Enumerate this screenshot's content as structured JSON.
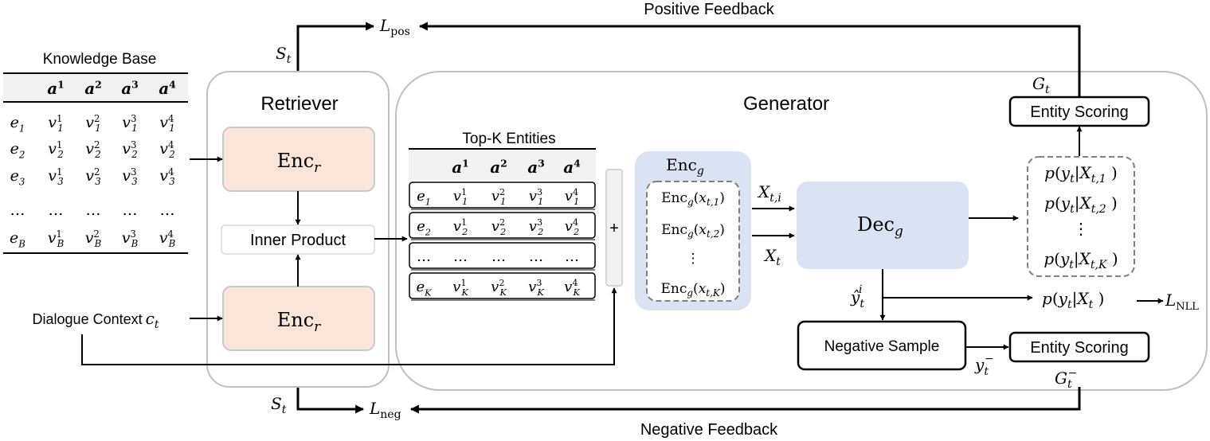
{
  "feedback": {
    "positive_label": "Positive Feedback",
    "negative_label": "Negative Feedback",
    "l_pos": {
      "base": "L",
      "sub": "pos"
    },
    "l_neg": {
      "base": "L",
      "sub": "neg"
    },
    "l_nll": {
      "base": "L",
      "sub": "NLL"
    },
    "s_t_top": {
      "base": "S",
      "sub": "t"
    },
    "s_t_bottom": {
      "base": "S",
      "sub": "t"
    },
    "g_t": {
      "base": "G",
      "sub": "t"
    },
    "g_t_neg": {
      "base": "G",
      "sub": "t",
      "sup": "−"
    }
  },
  "knowledge_base": {
    "title": "Knowledge Base",
    "headers": [
      "",
      "a",
      "a",
      "a",
      "a"
    ],
    "header_sups": [
      "",
      "1",
      "2",
      "3",
      "4"
    ],
    "rows": [
      {
        "e": "e",
        "e_sub": "1",
        "cells": [
          [
            "v",
            "1",
            "1"
          ],
          [
            "v",
            "1",
            "2"
          ],
          [
            "v",
            "1",
            "3"
          ],
          [
            "v",
            "1",
            "4"
          ]
        ]
      },
      {
        "e": "e",
        "e_sub": "2",
        "cells": [
          [
            "v",
            "2",
            "1"
          ],
          [
            "v",
            "2",
            "2"
          ],
          [
            "v",
            "2",
            "3"
          ],
          [
            "v",
            "2",
            "4"
          ]
        ]
      },
      {
        "e": "e",
        "e_sub": "3",
        "cells": [
          [
            "v",
            "3",
            "1"
          ],
          [
            "v",
            "3",
            "2"
          ],
          [
            "v",
            "3",
            "3"
          ],
          [
            "v",
            "3",
            "4"
          ]
        ]
      },
      {
        "e": "…",
        "e_sub": "",
        "cells": [
          [
            "…",
            "",
            ""
          ],
          [
            "…",
            "",
            ""
          ],
          [
            "…",
            "",
            ""
          ],
          [
            "…",
            "",
            ""
          ]
        ]
      },
      {
        "e": "e",
        "e_sub": "B",
        "cells": [
          [
            "v",
            "B",
            "1"
          ],
          [
            "v",
            "B",
            "2"
          ],
          [
            "v",
            "B",
            "3"
          ],
          [
            "v",
            "B",
            "4"
          ]
        ]
      }
    ]
  },
  "dialogue_context": {
    "label": "Dialogue Context",
    "var": "c",
    "sub": "t"
  },
  "retriever": {
    "title": "Retriever",
    "enc_top": {
      "base": "Enc",
      "sub": "r"
    },
    "enc_bottom": {
      "base": "Enc",
      "sub": "r"
    },
    "inner_product": "Inner Product"
  },
  "top_k": {
    "title": "Top-K Entities",
    "headers": [
      "",
      "a",
      "a",
      "a",
      "a"
    ],
    "header_sups": [
      "",
      "1",
      "2",
      "3",
      "4"
    ],
    "rows": [
      {
        "e": "e",
        "e_sub": "1",
        "cells": [
          [
            "v",
            "1",
            "1"
          ],
          [
            "v",
            "1",
            "2"
          ],
          [
            "v",
            "1",
            "3"
          ],
          [
            "v",
            "1",
            "4"
          ]
        ]
      },
      {
        "e": "e",
        "e_sub": "2",
        "cells": [
          [
            "v",
            "2",
            "1"
          ],
          [
            "v",
            "2",
            "2"
          ],
          [
            "v",
            "2",
            "3"
          ],
          [
            "v",
            "2",
            "4"
          ]
        ]
      },
      {
        "e": "…",
        "e_sub": "",
        "cells": [
          [
            "…",
            "",
            ""
          ],
          [
            "…",
            "",
            ""
          ],
          [
            "…",
            "",
            ""
          ],
          [
            "…",
            "",
            ""
          ]
        ]
      },
      {
        "e": "e",
        "e_sub": "K",
        "cells": [
          [
            "v",
            "K",
            "1"
          ],
          [
            "v",
            "K",
            "2"
          ],
          [
            "v",
            "K",
            "3"
          ],
          [
            "v",
            "K",
            "4"
          ]
        ]
      }
    ]
  },
  "plus_symbol": "+",
  "generator": {
    "title": "Generator",
    "enc_g": {
      "base": "Enc",
      "sub": "g"
    },
    "enc_items": [
      {
        "base": "Enc",
        "sub": "g",
        "arg": "x",
        "arg_sub": "t,1"
      },
      {
        "base": "Enc",
        "sub": "g",
        "arg": "x",
        "arg_sub": "t,2"
      },
      {
        "vdots": "⋮"
      },
      {
        "base": "Enc",
        "sub": "g",
        "arg": "x",
        "arg_sub": "t,K"
      }
    ],
    "x_ti": {
      "base": "X",
      "sub": "t,i"
    },
    "x_t": {
      "base": "X",
      "sub": "t"
    },
    "dec_g": {
      "base": "Dec",
      "sub": "g"
    },
    "probs": [
      {
        "y": "y",
        "y_sub": "t",
        "x": "X",
        "x_sub": "t,1"
      },
      {
        "y": "y",
        "y_sub": "t",
        "x": "X",
        "x_sub": "t,2"
      },
      {
        "vdots": "⋮"
      },
      {
        "y": "y",
        "y_sub": "t",
        "x": "X",
        "x_sub": "t,K"
      }
    ],
    "p_marginal": {
      "y": "y",
      "y_sub": "t",
      "x": "X",
      "x_sub": "t"
    },
    "y_hat": {
      "base": "ŷ",
      "sub": "t",
      "sup": "i"
    },
    "y_neg": {
      "base": "y",
      "sub": "t",
      "sup": "−"
    },
    "entity_scoring_top": "Entity Scoring",
    "entity_scoring_bottom": "Entity Scoring",
    "negative_sample": "Negative Sample"
  },
  "colors": {
    "enc_r_fill": "#fbe5d8",
    "enc_g_fill": "#dae3f3",
    "dec_g_fill": "#dae3f3",
    "panel_stroke": "#bfbfbf",
    "table_header_fill": "#f2f2f2",
    "line": "#000000",
    "dashed_stroke": "#808080"
  },
  "icons": [
    "arrow-head"
  ]
}
